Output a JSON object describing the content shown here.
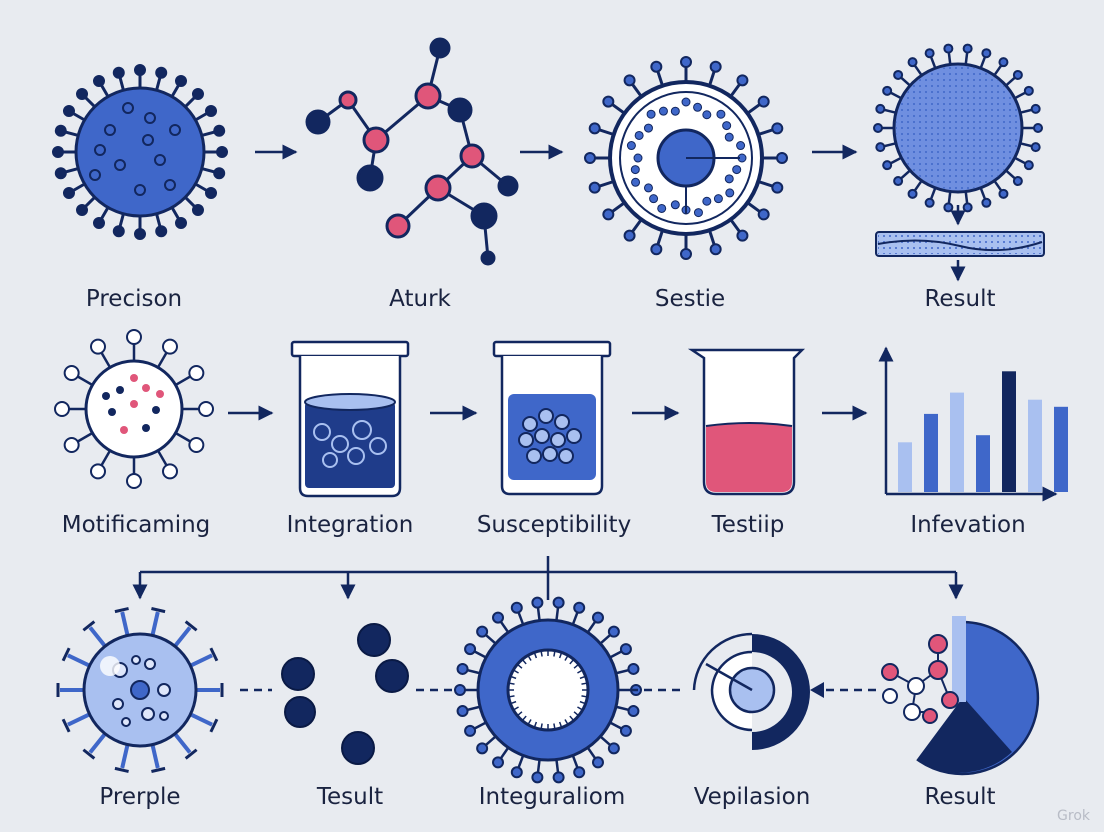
{
  "colors": {
    "background": "#e8ebf0",
    "navy": "#12275f",
    "royal": "#3f67c9",
    "light_blue": "#a9c0f0",
    "pink": "#e0567a",
    "white": "#ffffff"
  },
  "row1": {
    "labels": [
      "Precison",
      "Aturk",
      "Sestie",
      "Result"
    ]
  },
  "row2": {
    "labels": [
      "Motificaming",
      "Integration",
      "Susceptibility",
      "Testiip",
      "Infevation"
    ],
    "bar_chart": {
      "levels": [
        0.35,
        0.55,
        0.7,
        0.4,
        0.85,
        0.65,
        0.6
      ]
    }
  },
  "row3": {
    "labels": [
      "Prerple",
      "Tesult",
      "Integuraliom",
      "Vepilasion",
      "Result"
    ]
  },
  "watermark": "Grok",
  "icons": [
    "virus-icon",
    "molecule-icon",
    "cell-icon",
    "beaker-icon",
    "bar-chart-icon",
    "arrow-icon",
    "pie-chart-icon"
  ]
}
